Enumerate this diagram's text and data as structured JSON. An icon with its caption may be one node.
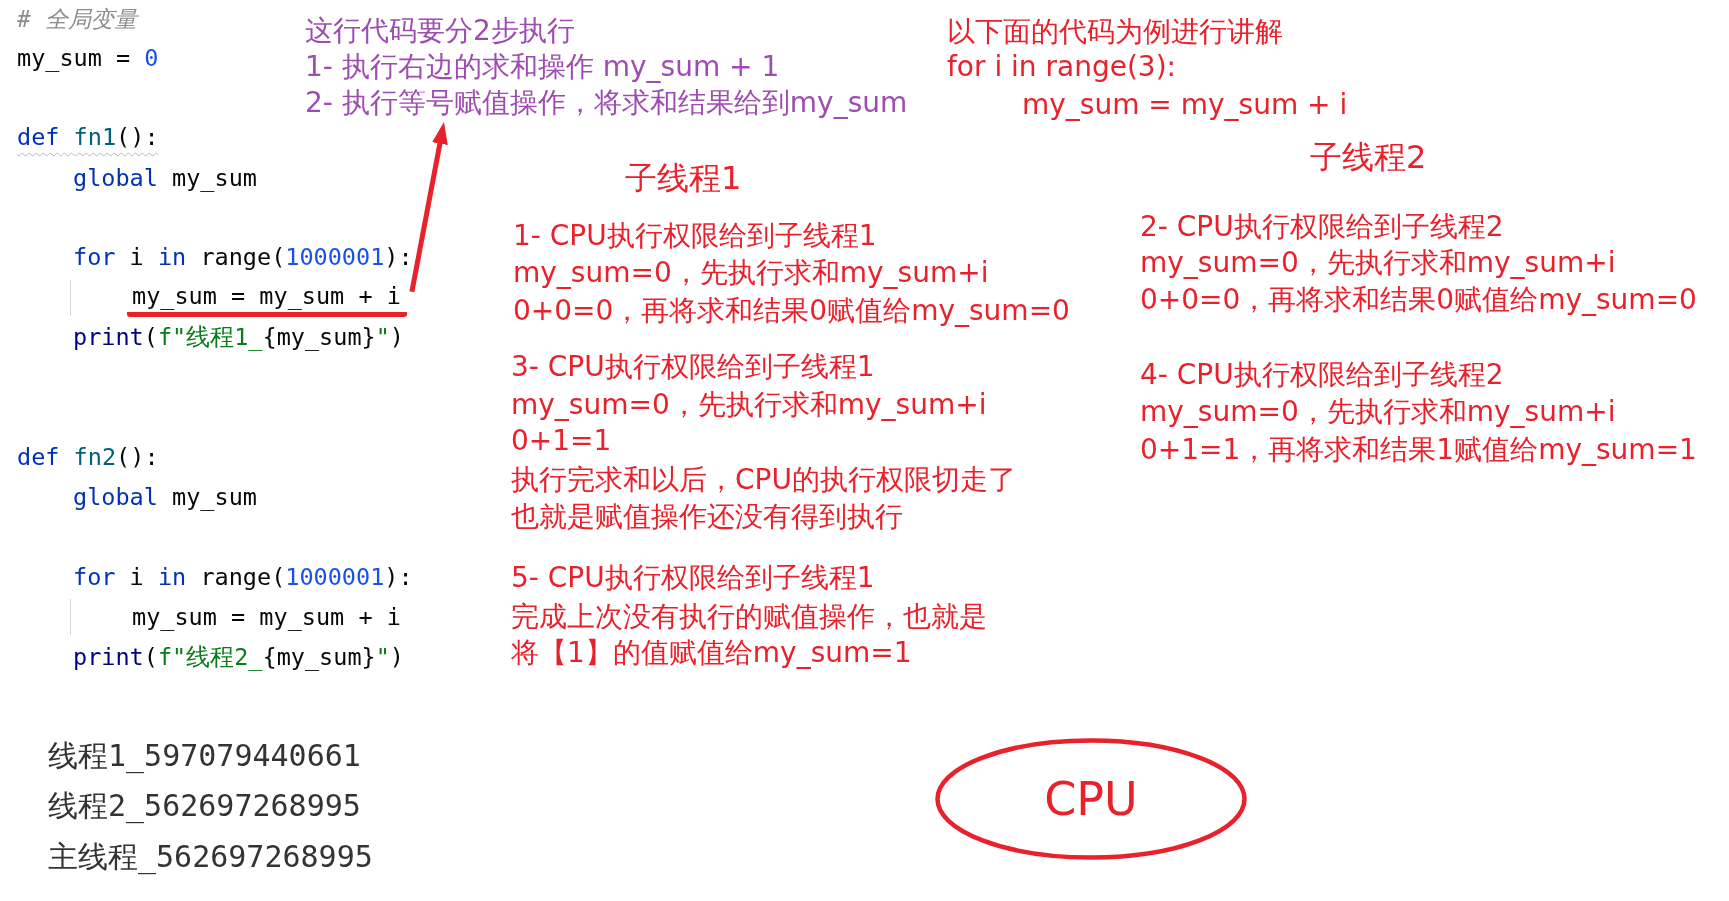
{
  "diagram": {
    "nodes": [
      {
        "text": [
          "这行代码要分2步执行",
          "1- 执行右边的求和操作 my_sum + 1",
          "2- 执行等号赋值操作，将求和结果给到my_sum"
        ]
      },
      {
        "text": [
          "my_sum = my_sum + i"
        ]
      },
      {
        "text": [
          "CPU"
        ]
      }
    ],
    "edges": [
      {
        "from": 1,
        "to": 0,
        "arrow": "to"
      }
    ],
    "labels": [
      "# 全局变量",
      "my_sum = 0",
      "def fn1():",
      "global my_sum",
      "for i in range(1000001):",
      "print(f\"线程1_{my_sum}\")",
      "def fn2():",
      "global my_sum",
      "for i in range(1000001):",
      "my_sum = my_sum + i",
      "print(f\"线程2_{my_sum}\")",
      "线程1_597079440661",
      "线程2_562697268995",
      "主线程_562697268995",
      "以下面的代码为例进行讲解",
      "for i in range(3):",
      "my_sum = my_sum + i",
      "子线程1",
      "子线程2",
      "1- CPU执行权限给到子线程1",
      "my_sum=0，先执行求和my_sum+i",
      "0+0=0，再将求和结果0赋值给my_sum=0",
      "3- CPU执行权限给到子线程1",
      "my_sum=0，先执行求和my_sum+i",
      "0+1=1",
      "执行完求和以后，CPU的执行权限切走了",
      "也就是赋值操作还没有得到执行",
      "5- CPU执行权限给到子线程1",
      "完成上次没有执行的赋值操作，也就是",
      "将【1】的值赋值给my_sum=1",
      "2- CPU执行权限给到子线程2",
      "my_sum=0，先执行求和my_sum+i",
      "0+0=0，再将求和结果0赋值给my_sum=0",
      "4- CPU执行权限给到子线程2",
      "my_sum=0，先执行求和my_sum+i",
      "0+1=1，再将求和结果1赋值给my_sum=1"
    ]
  }
}
